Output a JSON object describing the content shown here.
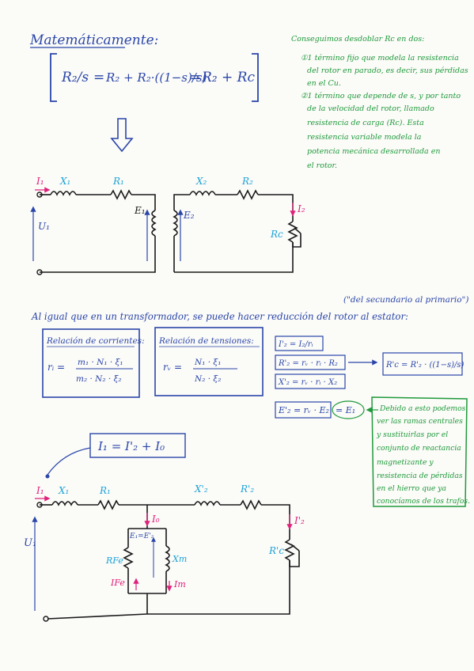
{
  "page": {
    "heading": "Matemáticamente:",
    "main_formula": {
      "term1": "R₂/s",
      "eq1": "=",
      "term2": "R₂ + R₂·((1−s)/s)",
      "eq2": "=",
      "term3": "R₂ + Rc"
    }
  },
  "green_note": {
    "title": "Conseguimos desdoblar Rc en dos:",
    "item1": [
      "①1 término fijo que modela la resistencia",
      "del rotor en parado, es decir, sus pérdidas",
      "en el Cu."
    ],
    "item2": [
      "②1 término que depende de s, y por tanto",
      "de la velocidad del rotor, llamado",
      "resistencia de carga (Rc). Esta",
      "resistencia variable modela la",
      "potencia mecánica desarrollada en",
      "el rotor."
    ]
  },
  "circuit1": {
    "I1": "I₁",
    "X1": "X₁",
    "R1": "R₁",
    "U1": "U₁",
    "E1": "E₁",
    "E2": "E₂",
    "X2": "X₂",
    "R2": "R₂",
    "I2": "I₂",
    "Rc": "Rc"
  },
  "section2": {
    "quote": "(\"del secundario al primario\")",
    "title": "Al igual que en un transformador, se puede hacer reducción del rotor al estator:",
    "box_currents": {
      "title": "Relación de corrientes:",
      "lhs": "rᵢ =",
      "num": "m₁ · N₁ · ξ₁",
      "den": "m₂ · N₂ · ξ₂"
    },
    "box_voltages": {
      "title": "Relación de tensiones:",
      "lhs": "rᵥ =",
      "num": "N₁ · ξ₁",
      "den": "N₂ · ξ₂"
    },
    "eq_I2": "I'₂ = I₂/rᵢ",
    "eq_R2": "R'₂ = rᵥ · rᵢ · R₂",
    "eq_X2": "X'₂ = rᵥ · rᵢ · X₂",
    "eq_Rc": "R'c = R'₂ · ((1−s)/s)",
    "eq_E2": "E'₂ = rᵥ · E₂",
    "eq_E1": "= E₁",
    "note": [
      "Debido a esto podemos",
      "ver las ramas centrales",
      "y sustituirlas por el",
      "conjunto de reactancia",
      "magnetizante y",
      "resistencia de pérdidas",
      "en el hierro que ya",
      "conocíamos de los trafos."
    ],
    "current_eq": "I₁ = I'₂ + I₀"
  },
  "circuit2": {
    "I1": "I₁",
    "X1": "X₁",
    "R1": "R₁",
    "X2p": "X'₂",
    "R2p": "R'₂",
    "I0": "I₀",
    "I2p": "I'₂",
    "U1": "U₁",
    "E": "E₁=E'₂",
    "RFe": "RFe",
    "Xm": "Xm",
    "Rcp": "R'c",
    "IFe": "IFe",
    "Im": "Im"
  }
}
